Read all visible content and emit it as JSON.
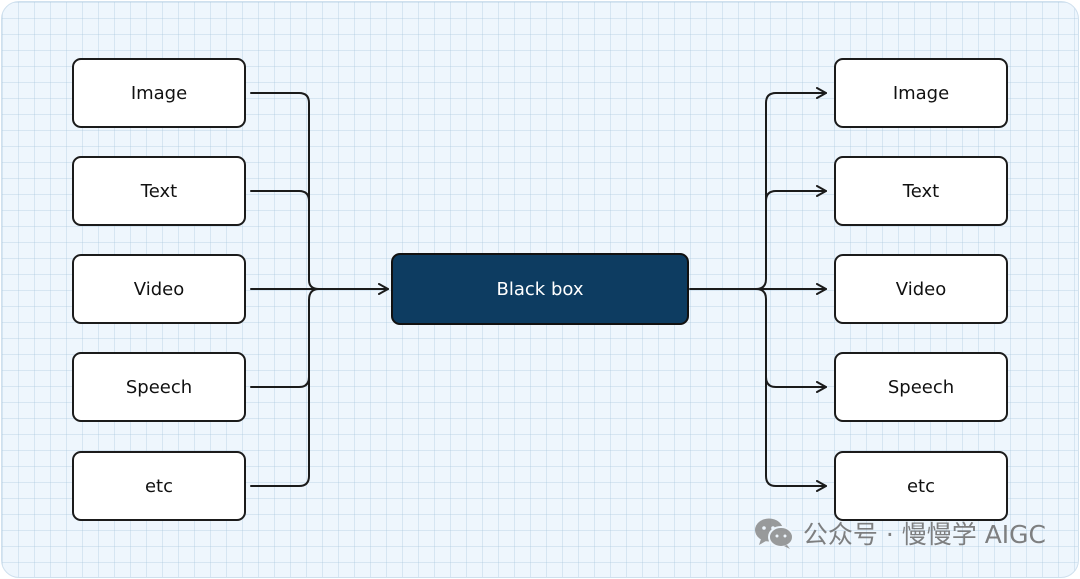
{
  "inputs": [
    {
      "label": "Image"
    },
    {
      "label": "Text"
    },
    {
      "label": "Video"
    },
    {
      "label": "Speech"
    },
    {
      "label": "etc"
    }
  ],
  "center": {
    "label": "Black box"
  },
  "outputs": [
    {
      "label": "Image"
    },
    {
      "label": "Text"
    },
    {
      "label": "Video"
    },
    {
      "label": "Speech"
    },
    {
      "label": "etc"
    }
  ],
  "watermark": {
    "text": "公众号 · 慢慢学 AIGC",
    "icon": "wechat-icon"
  },
  "colors": {
    "background": "#eef6fd",
    "center_fill": "#0d3c61",
    "box_border": "#1b1b1b",
    "line": "#1b1b1b"
  }
}
